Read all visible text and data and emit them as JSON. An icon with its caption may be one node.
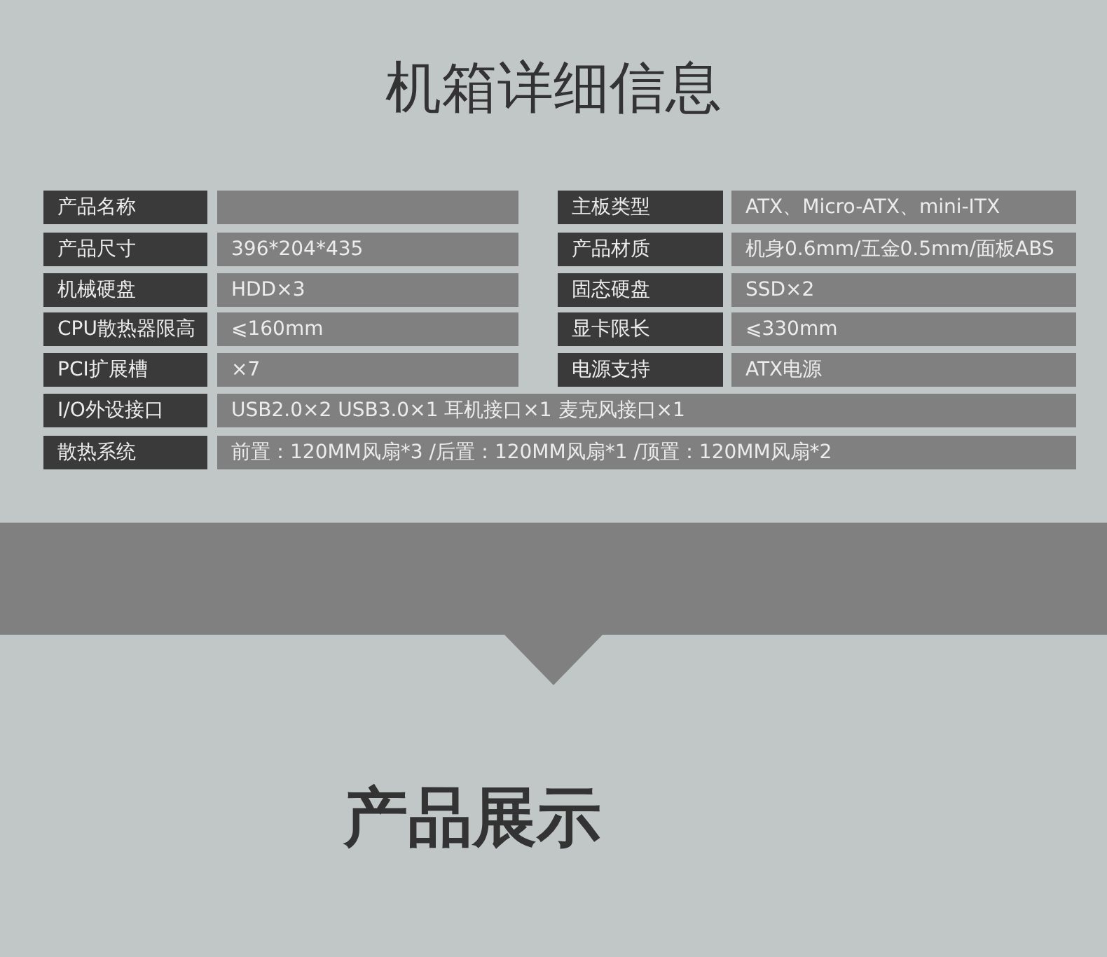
{
  "diagram": {
    "title": "机箱详细信息",
    "labels": [
      "产品名称",
      "主板类型",
      "ATX、Micro-ATX、mini-ITX",
      "产品尺寸",
      "396*204*435",
      "产品材质",
      "机身0.6mm/五金0.5mm/面板ABS",
      "机械硬盘",
      "HDD×3",
      "固态硬盘",
      "SSD×2",
      "CPU散热器限高",
      "⩽160mm",
      "显卡限长",
      "⩽330mm",
      "PCI扩展槽",
      "×7",
      "电源支持",
      "ATX电源",
      "I/O外设接口",
      "USB2.0×2  USB3.0×1 耳机接口×1  麦克风接口×1",
      "散热系统",
      "前置：120MM风扇*3 /后置：120MM风扇*1 /顶置：120MM风扇*2",
      "产品展示"
    ]
  }
}
